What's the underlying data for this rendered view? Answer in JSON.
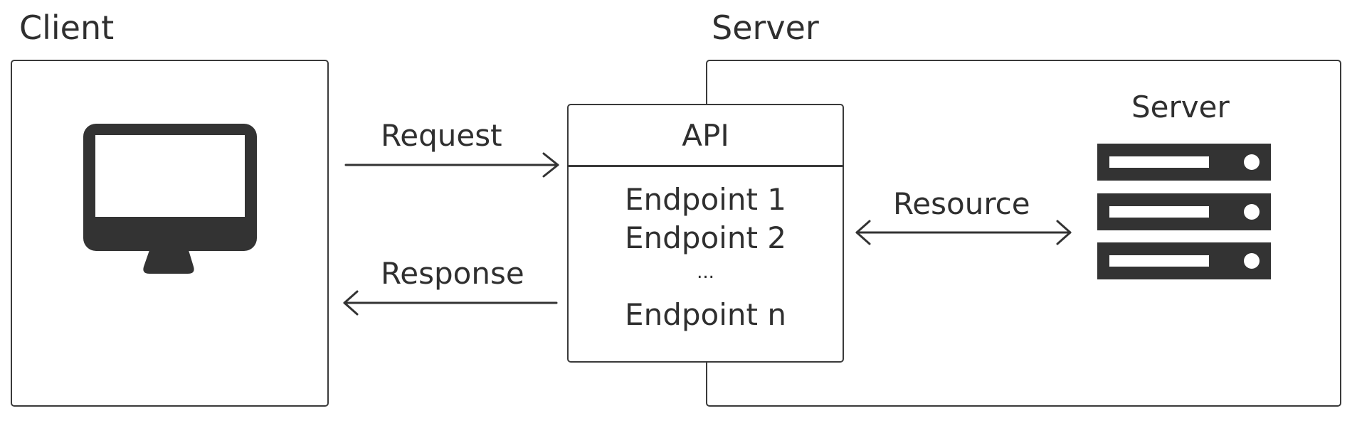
{
  "client": {
    "title": "Client",
    "icon": "monitor-icon"
  },
  "server_area": {
    "title": "Server"
  },
  "api": {
    "title": "API",
    "endpoints": [
      "Endpoint 1",
      "Endpoint 2",
      "...",
      "Endpoint n"
    ]
  },
  "arrows": {
    "request": "Request",
    "response": "Response",
    "resource": "Resource"
  },
  "server_machine": {
    "title": "Server",
    "icon": "server-rack-icon"
  },
  "colors": {
    "ink": "#2f2f2f",
    "background": "#ffffff"
  }
}
